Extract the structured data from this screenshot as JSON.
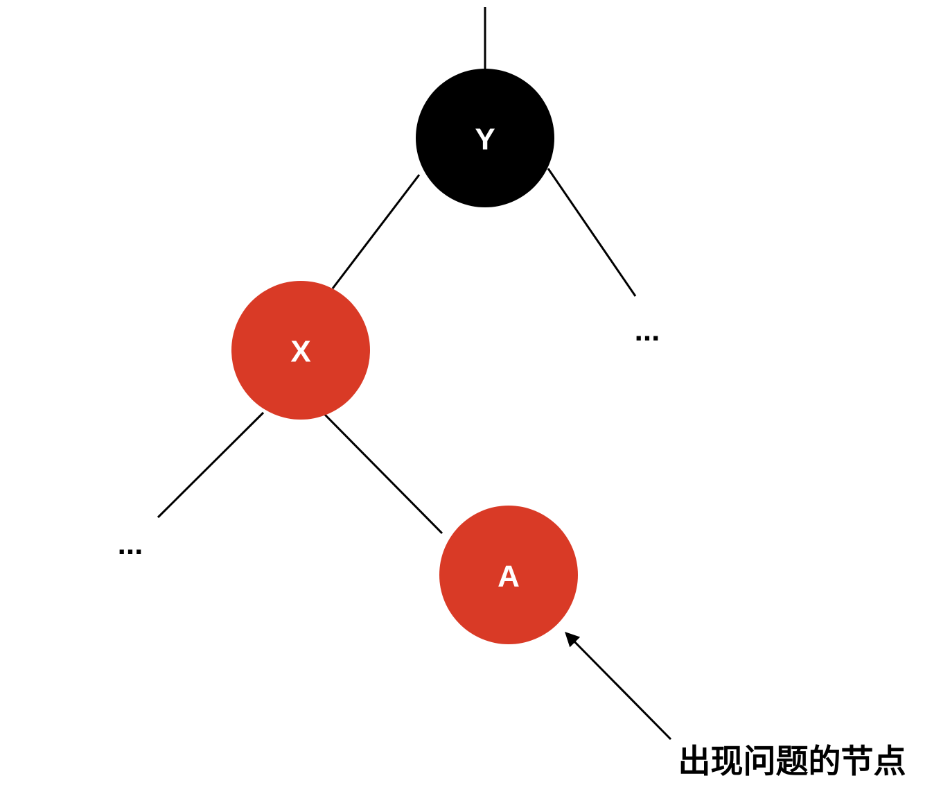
{
  "colors": {
    "black_node": "#000000",
    "red_node": "#d93a26",
    "label_text": "#ffffff",
    "line": "#000000"
  },
  "nodes": {
    "y": {
      "label": "Y",
      "color": "black"
    },
    "x": {
      "label": "X",
      "color": "red"
    },
    "a": {
      "label": "A",
      "color": "red"
    }
  },
  "placeholders": {
    "right_of_y": "...",
    "left_of_x": "..."
  },
  "annotation": {
    "text": "出现问题的节点",
    "target": "a"
  }
}
